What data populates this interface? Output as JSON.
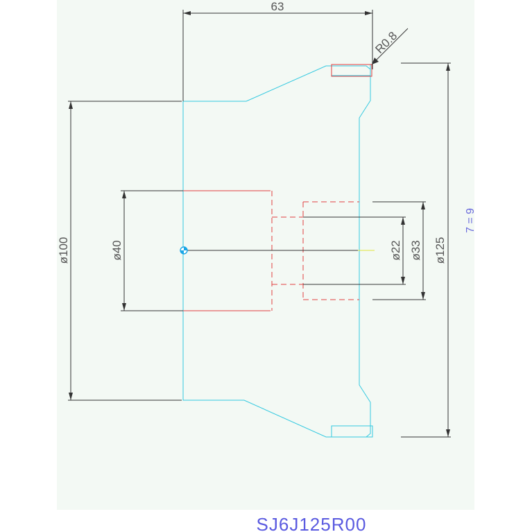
{
  "colors": {
    "background": "#ffffff",
    "sheet": "#f3f9f4",
    "profile": "#33c9e0",
    "hidden": "#e04040",
    "dimension": "#333333",
    "text": "#555555",
    "note": "#6a6adc",
    "title": "#5a5ae0",
    "centerline": "#e2e23a",
    "center_mark": "#1aa6e6"
  },
  "dimensions": {
    "width_top": "63",
    "radius": "R0.8",
    "diameter_100": "ø100",
    "diameter_40": "ø40",
    "diameter_22": "ø22",
    "diameter_33": "ø33",
    "diameter_125": "ø125"
  },
  "note": "7 = 9",
  "title": "SJ6J125R00"
}
